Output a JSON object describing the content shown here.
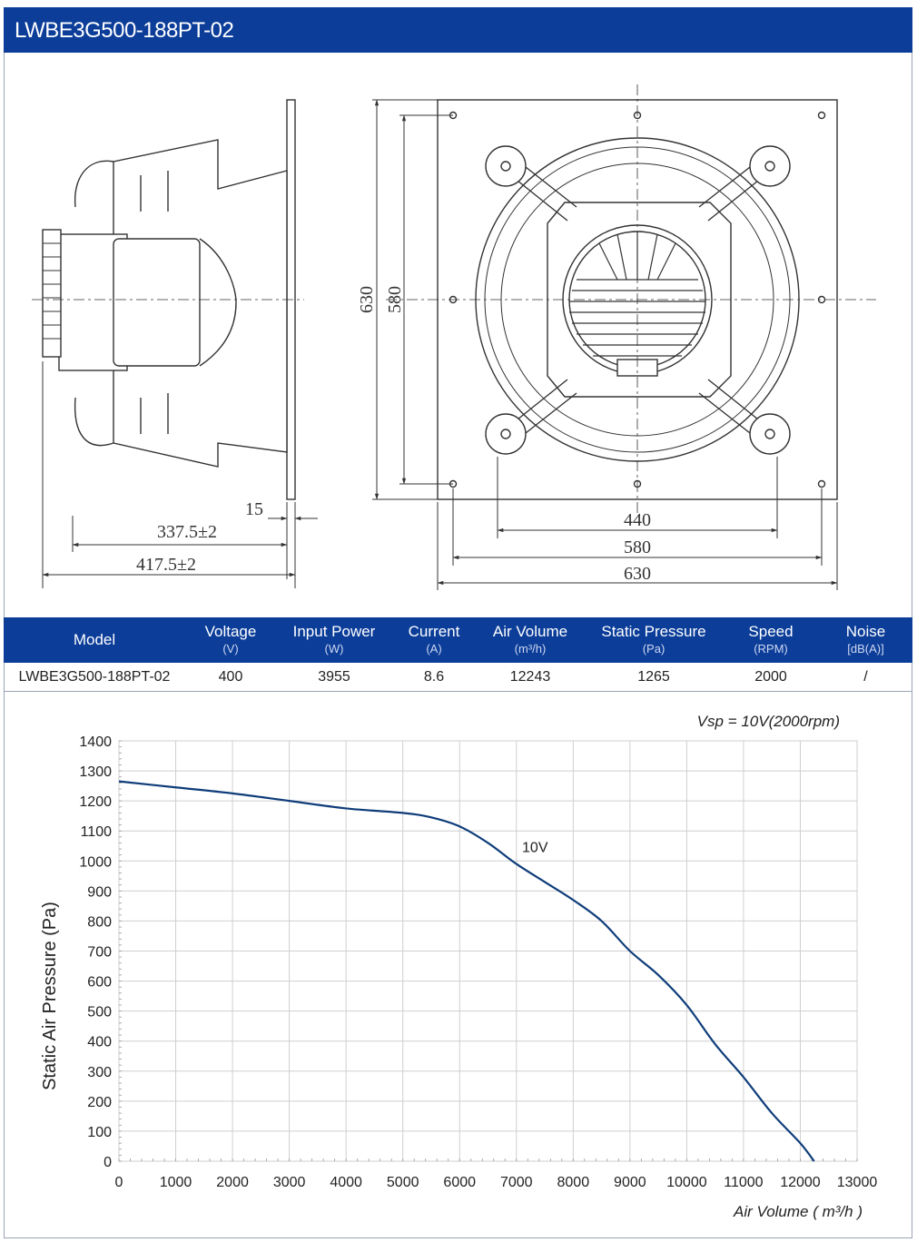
{
  "title": "LWBE3G500-188PT-02",
  "drawing": {
    "dims": {
      "side_flange": "15",
      "side_depth_1": "337.5±2",
      "side_depth_2": "417.5±2",
      "height_outer": "630",
      "height_inner": "580",
      "width_440": "440",
      "width_580": "580",
      "width_630": "630"
    }
  },
  "specs": {
    "headers": [
      {
        "label": "Model",
        "unit": ""
      },
      {
        "label": "Voltage",
        "unit": "(V)"
      },
      {
        "label": "Input Power",
        "unit": "(W)"
      },
      {
        "label": "Current",
        "unit": "(A)"
      },
      {
        "label": "Air Volume",
        "unit": "(m³/h)"
      },
      {
        "label": "Static Pressure",
        "unit": "(Pa)"
      },
      {
        "label": "Speed",
        "unit": "(RPM)"
      },
      {
        "label": "Noise",
        "unit": "[dB(A)]"
      }
    ],
    "row": [
      "LWBE3G500-188PT-02",
      "400",
      "3955",
      "8.6",
      "12243",
      "1265",
      "2000",
      "/"
    ]
  },
  "chart_data": {
    "type": "line",
    "title": "Vsp = 10V(2000rpm)",
    "xlabel": "Air Volume ( m³/h )",
    "ylabel": "Static Air Pressure  (Pa)",
    "xlim": [
      0,
      13000
    ],
    "ylim": [
      0,
      1400
    ],
    "xticks": [
      "0",
      "1000",
      "2000",
      "3000",
      "4000",
      "5000",
      "6000",
      "7000",
      "8000",
      "9000",
      "10000",
      "11000",
      "12000",
      "13000"
    ],
    "yticks": [
      "0",
      "100",
      "200",
      "300",
      "400",
      "500",
      "600",
      "700",
      "800",
      "900",
      "1000",
      "1100",
      "1200",
      "1300",
      "1400"
    ],
    "grid": true,
    "series": [
      {
        "name": "10V",
        "color": "#0f3d7a",
        "x": [
          0,
          1000,
          2000,
          3000,
          4000,
          5000,
          5500,
          6000,
          6500,
          7000,
          7500,
          8000,
          8500,
          9000,
          9500,
          10000,
          10500,
          11000,
          11500,
          12000,
          12243
        ],
        "y": [
          1265,
          1245,
          1225,
          1200,
          1175,
          1160,
          1145,
          1115,
          1060,
          990,
          930,
          870,
          800,
          700,
          620,
          520,
          390,
          280,
          160,
          60,
          0
        ]
      }
    ]
  }
}
